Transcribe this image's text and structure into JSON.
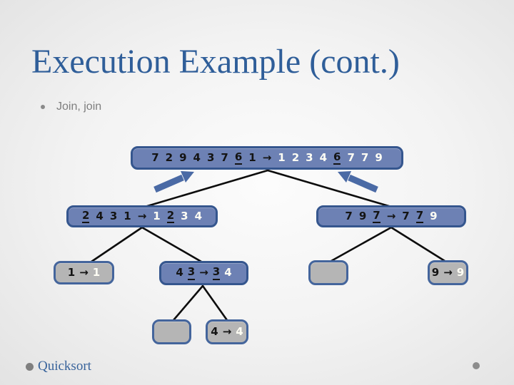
{
  "slide": {
    "title": "Execution Example (cont.)",
    "bullet_text": "Join, join",
    "footer_label": "Quicksort"
  },
  "colors": {
    "title_blue": "#2f5e99",
    "node_fill_blue": "#6d81b4",
    "node_fill_gray": "#b5b5b5",
    "node_border": "#35568e",
    "digit_black": "#141414",
    "digit_white": "#fffef4",
    "join_arrow_blue": "#4a6aa5",
    "connector_black": "#0d0d0d",
    "bullet_gray": "#7e7e7e",
    "footer_blue": "#38639b"
  },
  "tree": {
    "root": {
      "tokens": [
        {
          "t": "7"
        },
        {
          "t": "2"
        },
        {
          "t": "9"
        },
        {
          "t": "4"
        },
        {
          "t": "3"
        },
        {
          "t": "7"
        },
        {
          "t": "6",
          "u": true
        },
        {
          "t": "1"
        },
        {
          "t": "→"
        },
        {
          "t": "1",
          "w": true
        },
        {
          "t": "2",
          "w": true
        },
        {
          "t": "3",
          "w": true
        },
        {
          "t": "4",
          "w": true
        },
        {
          "t": "6",
          "u": true
        },
        {
          "t": "7",
          "w": true
        },
        {
          "t": "7",
          "w": true
        },
        {
          "t": "9",
          "w": true
        }
      ]
    },
    "left": {
      "tokens": [
        {
          "t": "2",
          "u": true
        },
        {
          "t": "4"
        },
        {
          "t": "3"
        },
        {
          "t": "1"
        },
        {
          "t": "→"
        },
        {
          "t": "1",
          "w": true
        },
        {
          "t": "2",
          "u": true
        },
        {
          "t": "3",
          "w": true
        },
        {
          "t": "4",
          "w": true
        }
      ]
    },
    "right": {
      "tokens": [
        {
          "t": "7"
        },
        {
          "t": "9"
        },
        {
          "t": "7",
          "u": true
        },
        {
          "t": "→"
        },
        {
          "t": "7"
        },
        {
          "t": "7",
          "u": true
        },
        {
          "t": "9",
          "w": true
        }
      ]
    },
    "leaf_1": {
      "tokens": [
        {
          "t": "1"
        },
        {
          "t": "→"
        },
        {
          "t": "1",
          "w": true
        }
      ]
    },
    "mid_34": {
      "tokens": [
        {
          "t": "4"
        },
        {
          "t": "3",
          "u": true
        },
        {
          "t": "→"
        },
        {
          "t": "3",
          "u": true
        },
        {
          "t": "4",
          "w": true
        }
      ]
    },
    "empty_a": {
      "tokens": []
    },
    "leaf_9": {
      "tokens": [
        {
          "t": "9"
        },
        {
          "t": "→"
        },
        {
          "t": "9",
          "w": true
        }
      ]
    },
    "empty_b": {
      "tokens": []
    },
    "leaf_4": {
      "tokens": [
        {
          "t": "4"
        },
        {
          "t": "→"
        },
        {
          "t": "4",
          "w": true
        }
      ]
    }
  }
}
